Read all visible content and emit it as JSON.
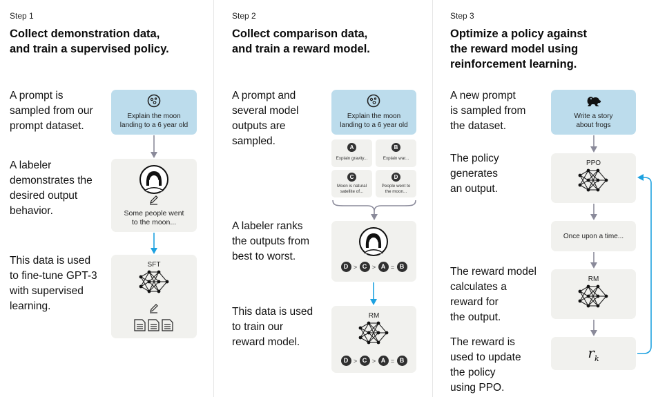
{
  "colors": {
    "blue_box": "#bcdcec",
    "gray_box": "#f1f1ee",
    "cyan_arrow": "#1da1e0",
    "gray_arrow": "#8a8a9a"
  },
  "steps": [
    {
      "label": "Step 1",
      "title": [
        "Collect demonstration data,",
        "and train a supervised policy."
      ],
      "descriptions": [
        [
          "A prompt is",
          "sampled from our",
          "prompt dataset."
        ],
        [
          "A labeler",
          "demonstrates the",
          "desired output",
          "behavior."
        ],
        [
          "This data is used",
          "to fine-tune GPT-3",
          "with supervised",
          "learning."
        ]
      ],
      "prompt_box": {
        "icon": "moon-icon",
        "text": [
          "Explain the moon",
          "landing to a 6 year old"
        ]
      },
      "labeler_box": {
        "icon": "person-avatar-icon",
        "pencil": "pencil-icon",
        "text": [
          "Some people went",
          "to the moon..."
        ]
      },
      "model_box": {
        "label": "SFT",
        "icon": "neural-network-icon",
        "pencil": "pencil-icon",
        "docs": "documents-icon"
      }
    },
    {
      "label": "Step 2",
      "title": [
        "Collect comparison data,",
        "and train a reward model."
      ],
      "descriptions": [
        [
          "A prompt and",
          "several model",
          "outputs are",
          "sampled."
        ],
        [
          "A labeler ranks",
          "the outputs from",
          "best to worst."
        ],
        [
          "This data is used",
          "to train our",
          "reward model."
        ]
      ],
      "prompt_box": {
        "icon": "moon-icon",
        "text": [
          "Explain the moon",
          "landing to a 6 year old"
        ]
      },
      "outputs": [
        {
          "badge": "A",
          "text": [
            "Explain gravity..."
          ]
        },
        {
          "badge": "B",
          "text": [
            "Explain war..."
          ]
        },
        {
          "badge": "C",
          "text": [
            "Moon is natural",
            "satellite of..."
          ]
        },
        {
          "badge": "D",
          "text": [
            "People went to",
            "the moon..."
          ]
        }
      ],
      "ranking": [
        "D",
        ">",
        "C",
        ">",
        "A",
        "=",
        "B"
      ],
      "labeler_box": {
        "icon": "person-avatar-icon"
      },
      "model_box": {
        "label": "RM",
        "icon": "neural-network-icon"
      }
    },
    {
      "label": "Step 3",
      "title": [
        "Optimize a policy against",
        "the reward model using",
        "reinforcement learning."
      ],
      "descriptions": [
        [
          "A new prompt",
          "is sampled from",
          "the dataset."
        ],
        [
          "The policy",
          "generates",
          "an output."
        ],
        [
          "The reward model",
          "calculates a",
          "reward for",
          "the output."
        ],
        [
          "The reward is",
          "used to update",
          "the policy",
          "using PPO."
        ]
      ],
      "prompt_box": {
        "icon": "frog-icon",
        "text": [
          "Write a story",
          "about frogs"
        ]
      },
      "policy_box": {
        "label": "PPO",
        "icon": "neural-network-icon"
      },
      "output_box": {
        "text": "Once upon a time..."
      },
      "rm_box": {
        "label": "RM",
        "icon": "neural-network-icon"
      },
      "reward_box": {
        "symbol": "r",
        "subscript": "k"
      }
    }
  ]
}
